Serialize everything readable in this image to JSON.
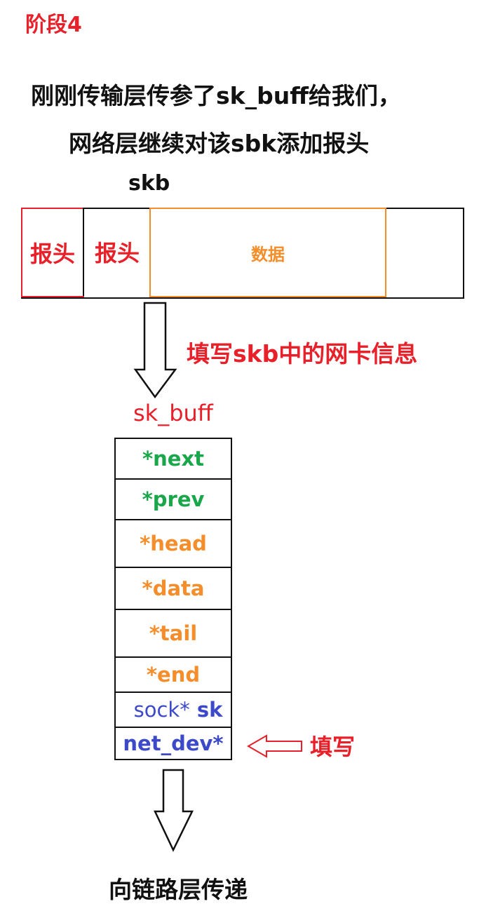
{
  "stage_title": "阶段4",
  "description": {
    "line1": "刚刚传输层传参了sk_buff给我们，",
    "line2": "网络层继续对该sbk添加报头"
  },
  "skb": {
    "label": "skb",
    "segments": {
      "header1": "报头",
      "header2": "报头",
      "data": "数据"
    }
  },
  "fill_note": "填写skb中的网卡信息",
  "sk_buff": {
    "name": "sk_buff",
    "fields": {
      "next": "*next",
      "prev": "*prev",
      "head": "*head",
      "data": "*data",
      "tail": "*tail",
      "end": "*end",
      "sock_prefix": "sock*",
      "sock_suffix": "sk",
      "net_dev": "net_dev*"
    }
  },
  "fill_label": "填写",
  "bottom_label": "向链路层传递",
  "colors": {
    "red": "#e8202a",
    "orange": "#f58d2a",
    "green": "#1aa64a",
    "blue": "#3c49c8",
    "black": "#111111"
  }
}
